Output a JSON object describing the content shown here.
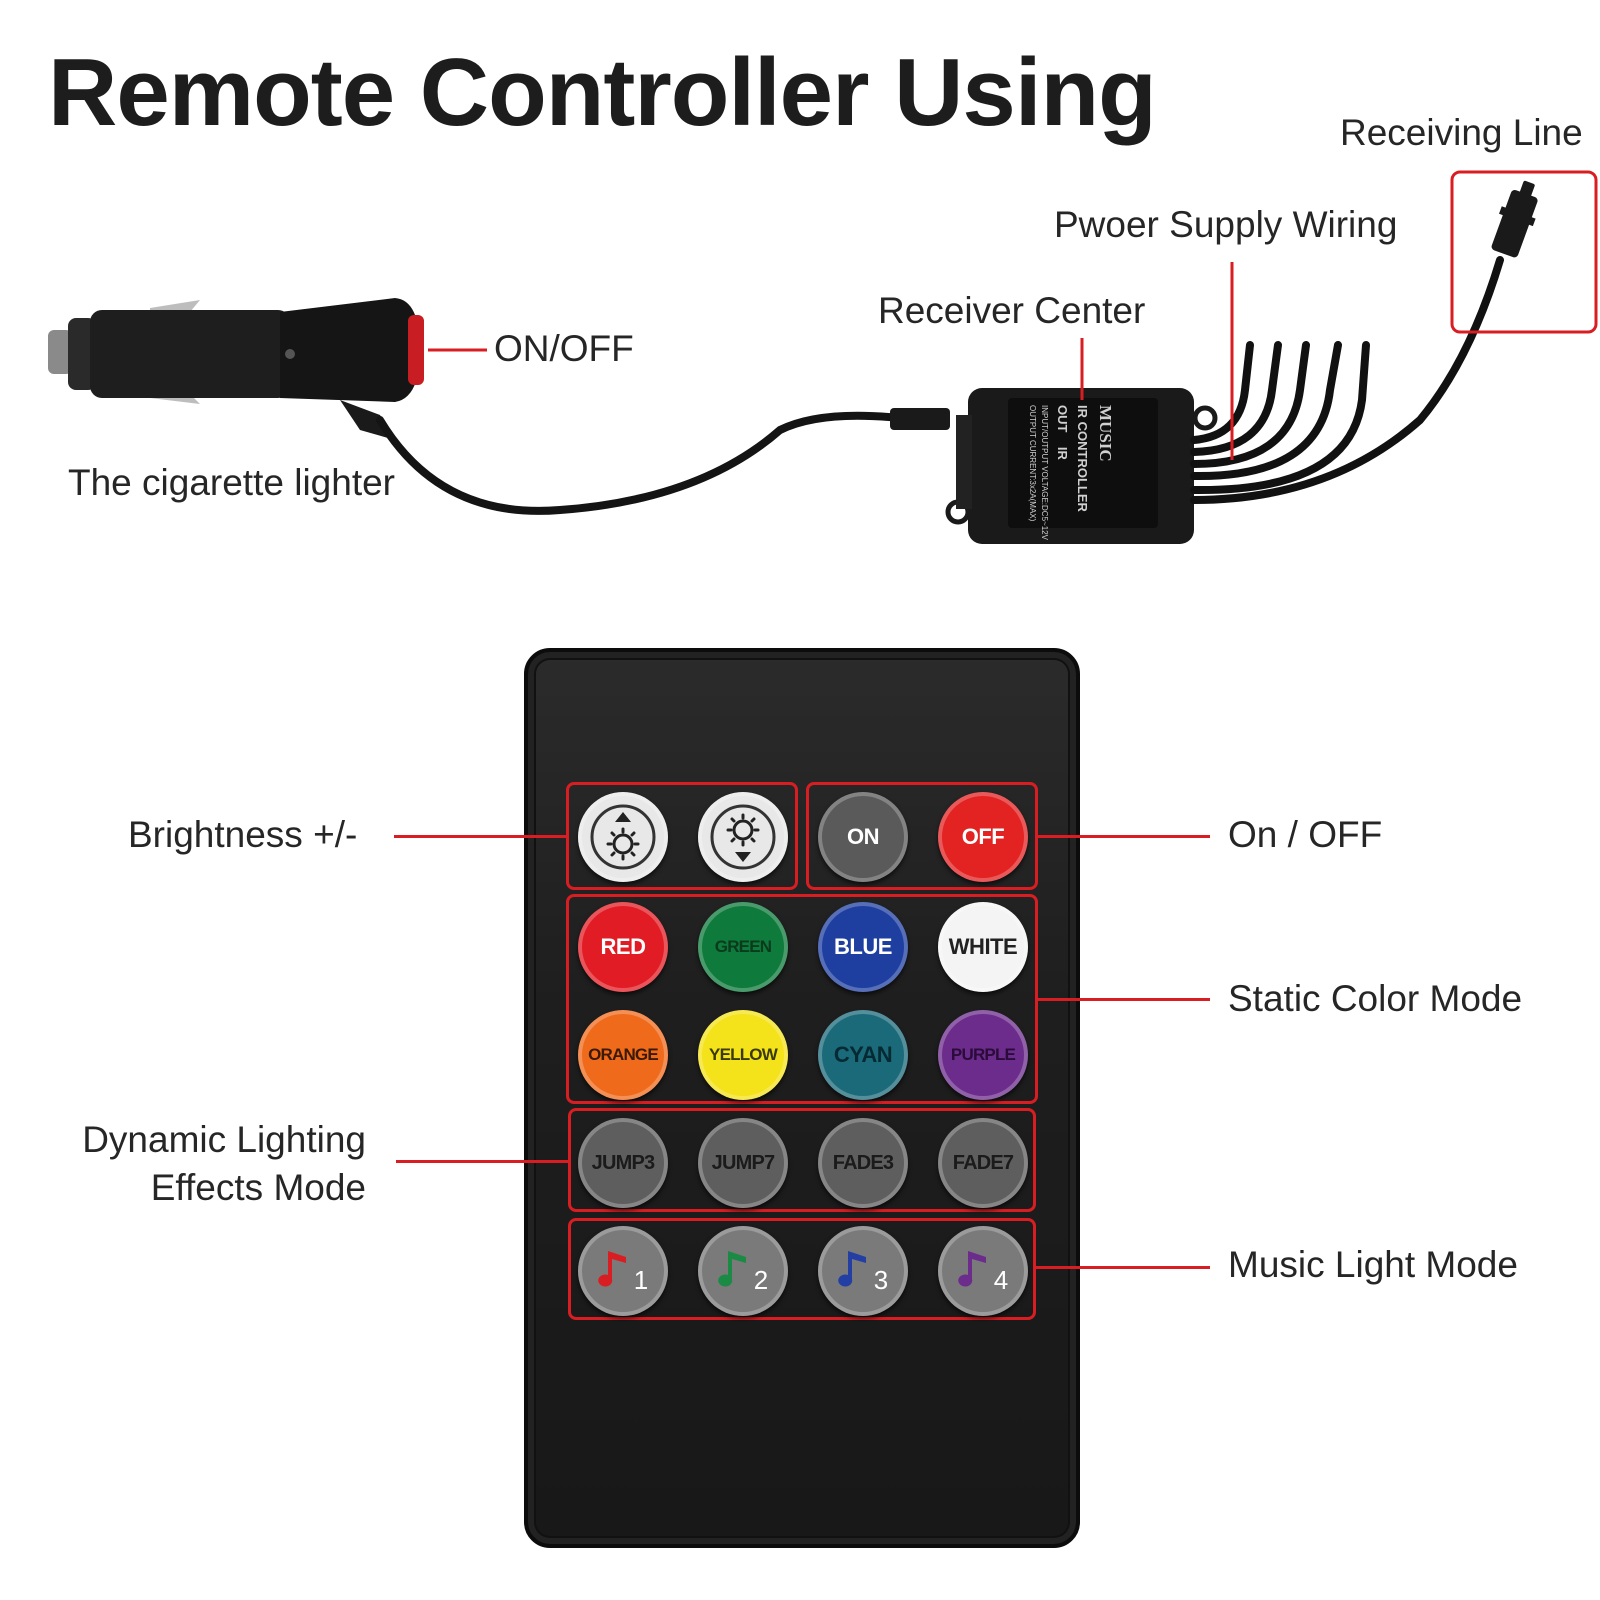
{
  "title": "Remote Controller Using",
  "labels": {
    "receiving_line": "Receiving Line",
    "power_supply_wiring": "Pwoer Supply Wiring",
    "receiver_center": "Receiver Center",
    "on_off_switch": "ON/OFF",
    "cigarette_lighter": "The cigarette lighter",
    "brightness": "Brightness +/-",
    "on_off": "On / OFF",
    "static_color_mode": "Static Color Mode",
    "dynamic_line1": "Dynamic Lighting",
    "dynamic_line2": "Effects Mode",
    "music_light_mode": "Music Light Mode"
  },
  "receiver_box_text": {
    "brand": "MUSIC",
    "line1": "IR CONTROLLER",
    "line2": "OUT    IR",
    "line3": "INPUT/OUTPUT VOLTAGE:DC5~12V",
    "line4": "OUTPUT CURRENT:3x2A(MAX)"
  },
  "remote": {
    "row1": [
      {
        "label": "",
        "icon": "brightness-up-icon",
        "color": "#e8e8e8"
      },
      {
        "label": "",
        "icon": "brightness-down-icon",
        "color": "#e8e8e8"
      },
      {
        "label": "ON",
        "color": "#5a5a5a",
        "text_color": "#ffffff"
      },
      {
        "label": "OFF",
        "color": "#e32222",
        "text_color": "#ffffff"
      }
    ],
    "row2": [
      {
        "label": "RED",
        "color": "#e21c24",
        "text_color": "#ffffff"
      },
      {
        "label": "GREEN",
        "color": "#0e7a3b",
        "text_color": "#0b3a1c"
      },
      {
        "label": "BLUE",
        "color": "#1e3fa0",
        "text_color": "#ffffff"
      },
      {
        "label": "WHITE",
        "color": "#f4f4f4",
        "text_color": "#222222"
      }
    ],
    "row3": [
      {
        "label": "ORANGE",
        "color": "#f06a1c",
        "text_color": "#3a1a05"
      },
      {
        "label": "YELLOW",
        "color": "#f4e21a",
        "text_color": "#3a3a05"
      },
      {
        "label": "CYAN",
        "color": "#1b6a7a",
        "text_color": "#062a33"
      },
      {
        "label": "PURPLE",
        "color": "#6b2c8c",
        "text_color": "#2a0b3a"
      }
    ],
    "row4": [
      {
        "label": "JUMP3",
        "color": "#5e5e5e",
        "text_color": "#1b1b1b"
      },
      {
        "label": "JUMP7",
        "color": "#5e5e5e",
        "text_color": "#1b1b1b"
      },
      {
        "label": "FADE3",
        "color": "#5e5e5e",
        "text_color": "#1b1b1b"
      },
      {
        "label": "FADE7",
        "color": "#5e5e5e",
        "text_color": "#1b1b1b"
      }
    ],
    "row5": [
      {
        "number": "1",
        "icon": "music-note-icon",
        "note_color": "#d81e22"
      },
      {
        "number": "2",
        "icon": "music-note-icon",
        "note_color": "#1b8a45"
      },
      {
        "number": "3",
        "icon": "music-note-icon",
        "note_color": "#233fa3"
      },
      {
        "number": "4",
        "icon": "music-note-icon",
        "note_color": "#6b2c8c"
      }
    ]
  },
  "colors": {
    "accent_red": "#d81e22",
    "remote_body": "#1f1f1f"
  }
}
